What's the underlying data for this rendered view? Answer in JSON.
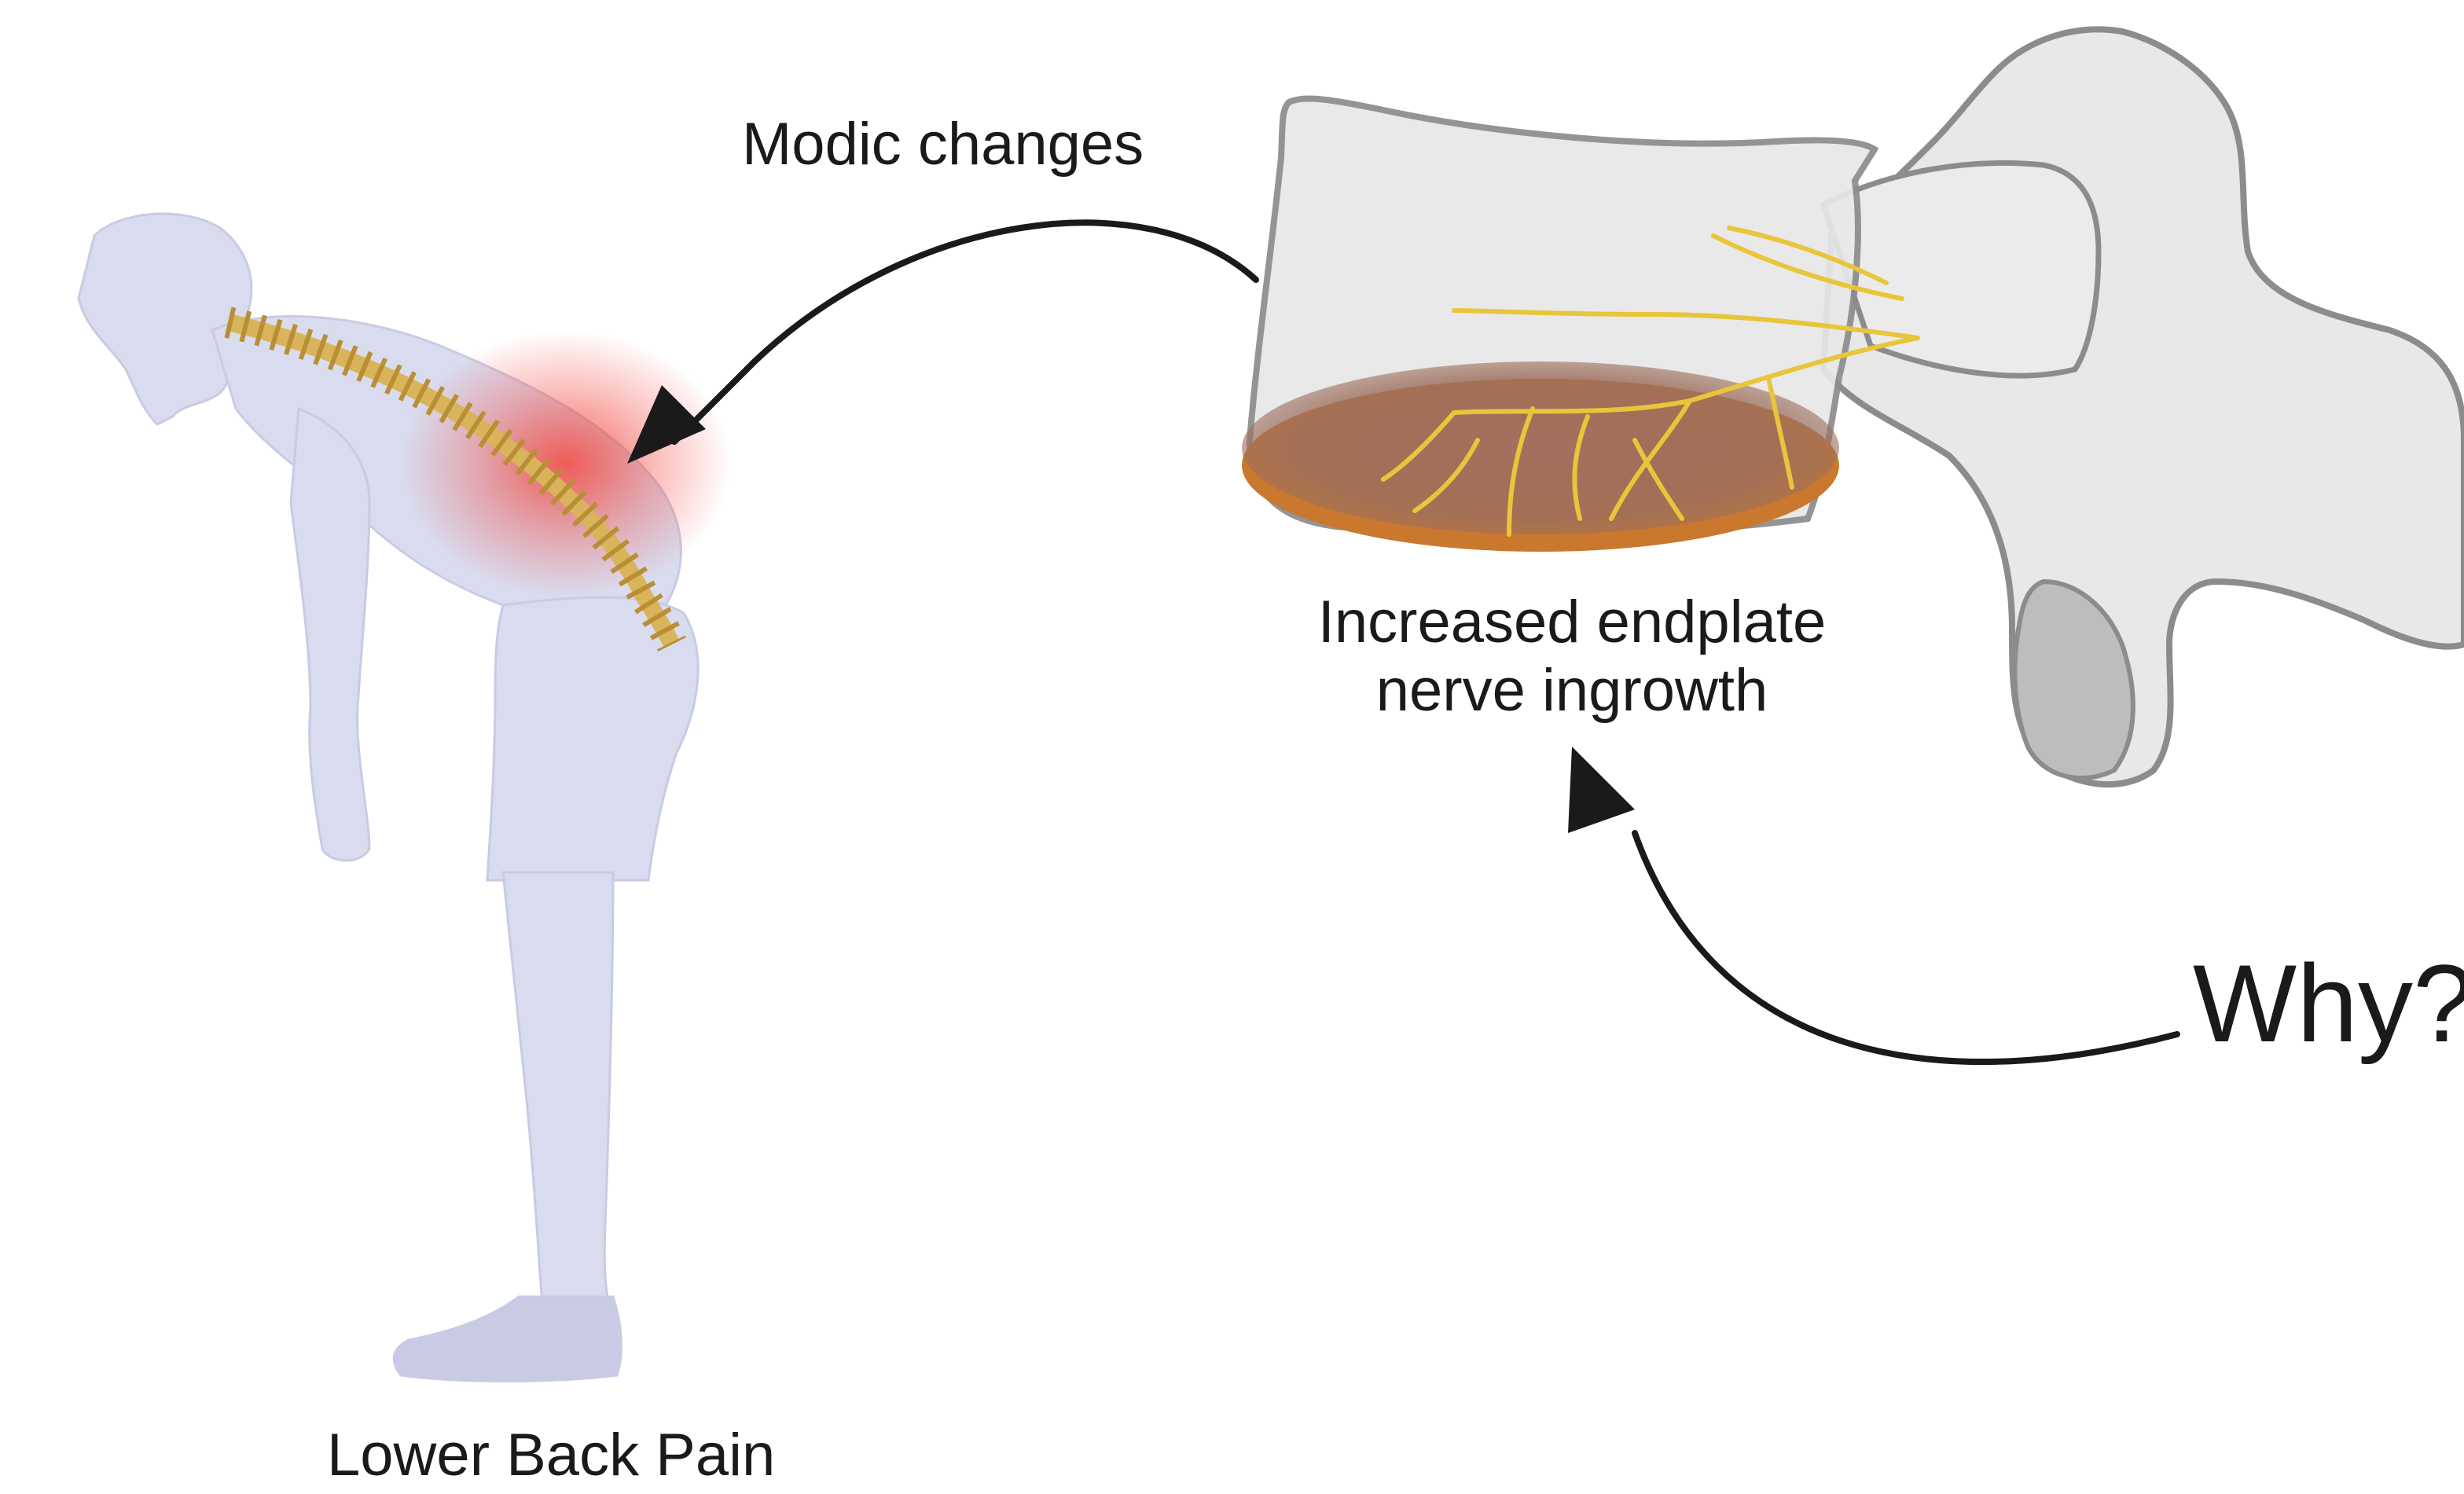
{
  "labels": {
    "modic_changes": "Modic changes",
    "endplate_line1": "Increased endplate",
    "endplate_line2": "nerve ingrowth",
    "why": "Why?",
    "lower_back_pain": "Lower Back Pain"
  },
  "colors": {
    "figure_fill": "#d9dcef",
    "spine": "#d9b45a",
    "pain_glow": "#f2463c",
    "bone_fill": "#e8e8e8",
    "bone_outline": "#8c8c8c",
    "endplate": "#9c6f5d",
    "endplate_rim": "#c9782e",
    "nerve": "#e8c53a",
    "arrow": "#1a1a1a"
  }
}
